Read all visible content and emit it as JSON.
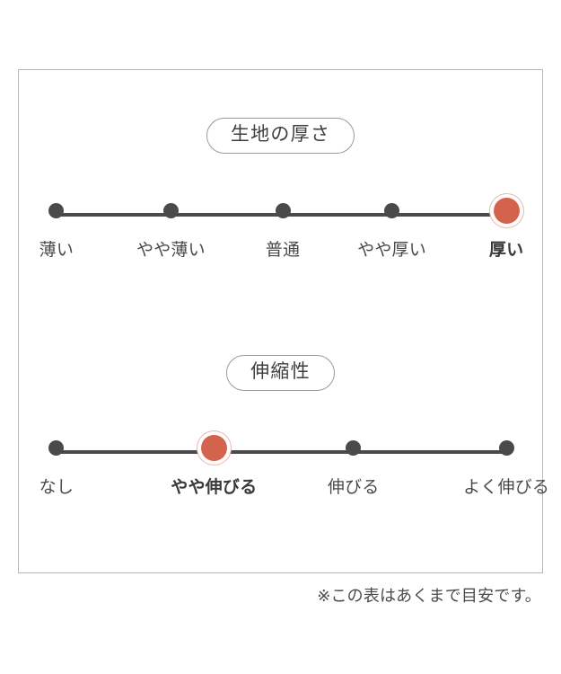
{
  "chart_data": [
    {
      "type": "scale",
      "title": "生地の厚さ",
      "categories": [
        "薄い",
        "やや薄い",
        "普通",
        "やや厚い",
        "厚い"
      ],
      "values": [
        0,
        0,
        0,
        0,
        1
      ],
      "selected_index": 4,
      "selected_label": "厚い",
      "xlabel": "",
      "ylabel": "",
      "grid": false,
      "legend": "none",
      "accent_color": "#d3634c",
      "track_color": "#4a4a4a"
    },
    {
      "type": "scale",
      "title": "伸縮性",
      "categories": [
        "なし",
        "やや伸びる",
        "伸びる",
        "よく伸びる"
      ],
      "values": [
        0,
        1,
        0,
        0
      ],
      "selected_index": 1,
      "selected_label": "やや伸びる",
      "xlabel": "",
      "ylabel": "",
      "grid": false,
      "legend": "none",
      "accent_color": "#d3634c",
      "track_color": "#4a4a4a"
    }
  ],
  "panel": {
    "border_color": "#b9b9b9",
    "background": "#ffffff"
  },
  "sections": {
    "thickness": {
      "pill_label": "生地の厚さ",
      "points": [
        {
          "label": "薄い",
          "active": false,
          "x_pct": 7.18
        },
        {
          "label": "やや薄い",
          "active": false,
          "x_pct": 29.06
        },
        {
          "label": "普通",
          "active": false,
          "x_pct": 50.43
        },
        {
          "label": "やや厚い",
          "active": false,
          "x_pct": 71.28
        },
        {
          "label": "厚い",
          "active": true,
          "x_pct": 93.16
        }
      ]
    },
    "stretch": {
      "pill_label": "伸縮性",
      "points": [
        {
          "label": "なし",
          "active": false,
          "x_pct": 7.18
        },
        {
          "label": "やや伸びる",
          "active": true,
          "x_pct": 37.27
        },
        {
          "label": "伸びる",
          "active": false,
          "x_pct": 63.93
        },
        {
          "label": "よく伸びる",
          "active": false,
          "x_pct": 93.16
        }
      ]
    }
  },
  "footnote": {
    "text": "※この表はあくまで目安です。"
  }
}
